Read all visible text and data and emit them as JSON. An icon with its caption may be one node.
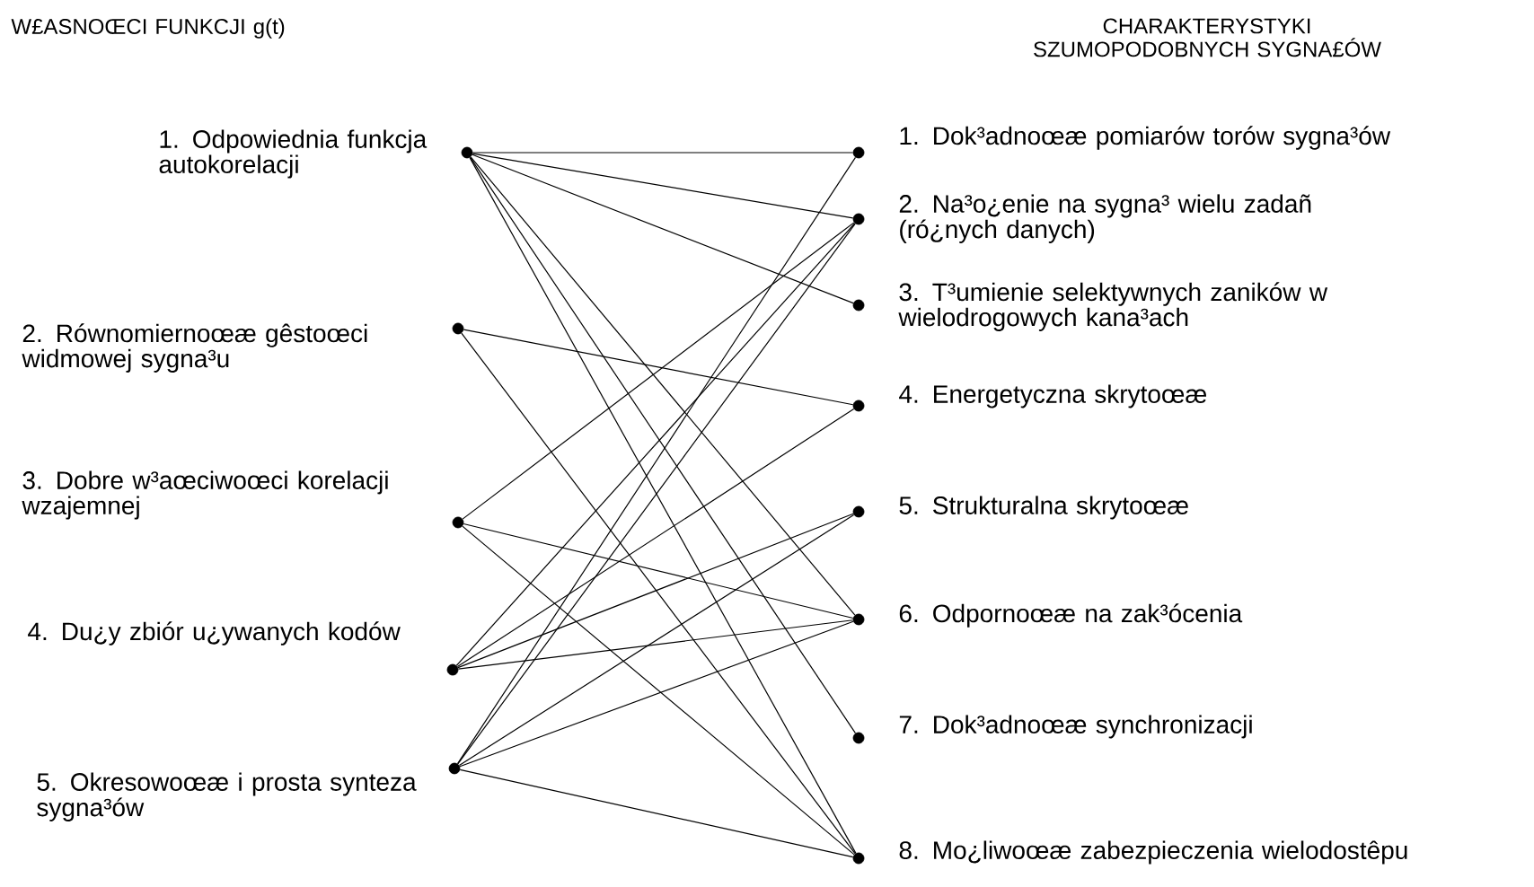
{
  "diagram": {
    "nodes": [
      {
        "text": [],
        "shape": "circle",
        "beside": [
          "1. Odpowiednia funkcja autokorelacji"
        ]
      },
      {
        "text": [],
        "shape": "circle",
        "beside": [
          "2. Równomiernoœæ gêstoœci widmowej sygna³u"
        ]
      },
      {
        "text": [],
        "shape": "circle",
        "beside": [
          "3. Dobre w³aœciwoœci korelacji wzajemnej"
        ]
      },
      {
        "text": [],
        "shape": "circle",
        "beside": [
          "4. Du¿y zbiór u¿ywanych kodów"
        ]
      },
      {
        "text": [],
        "shape": "circle",
        "beside": [
          "5. Okresowoœæ i prosta synteza sygna³ów"
        ]
      },
      {
        "text": [],
        "shape": "circle",
        "beside": [
          "1. Dok³adnoœæ pomiarów torów sygna³ów"
        ]
      },
      {
        "text": [],
        "shape": "circle",
        "beside": [
          "2. Na³o¿enie na sygna³ wielu zadañ (ró¿nych danych)"
        ]
      },
      {
        "text": [],
        "shape": "circle",
        "beside": [
          "3. T³umienie selektywnych zaników w wielodrogowych kana³ach"
        ]
      },
      {
        "text": [],
        "shape": "circle",
        "beside": [
          "4. Energetyczna skrytoœæ"
        ]
      },
      {
        "text": [],
        "shape": "circle",
        "beside": [
          "5. Strukturalna skrytoœæ"
        ]
      },
      {
        "text": [],
        "shape": "circle",
        "beside": [
          "6. Odpornoœæ na zak³ócenia"
        ]
      },
      {
        "text": [],
        "shape": "circle",
        "beside": [
          "7. Dok³adnoœæ synchronizacji"
        ]
      },
      {
        "text": [],
        "shape": "circle",
        "beside": [
          "8. Mo¿liwoœæ zabezpieczenia wielodostêpu"
        ]
      }
    ],
    "edges": [
      {
        "from": 0,
        "to": 5,
        "arrow": "none"
      },
      {
        "from": 0,
        "to": 6,
        "arrow": "none"
      },
      {
        "from": 0,
        "to": 7,
        "arrow": "none"
      },
      {
        "from": 0,
        "to": 10,
        "arrow": "none"
      },
      {
        "from": 0,
        "to": 11,
        "arrow": "none"
      },
      {
        "from": 0,
        "to": 12,
        "arrow": "none"
      },
      {
        "from": 1,
        "to": 8,
        "arrow": "none"
      },
      {
        "from": 1,
        "to": 12,
        "arrow": "none"
      },
      {
        "from": 2,
        "to": 6,
        "arrow": "none"
      },
      {
        "from": 2,
        "to": 10,
        "arrow": "none"
      },
      {
        "from": 2,
        "to": 12,
        "arrow": "none"
      },
      {
        "from": 3,
        "to": 6,
        "arrow": "none"
      },
      {
        "from": 3,
        "to": 8,
        "arrow": "none"
      },
      {
        "from": 3,
        "to": 9,
        "arrow": "none"
      },
      {
        "from": 3,
        "to": 10,
        "arrow": "none"
      },
      {
        "from": 4,
        "to": 5,
        "arrow": "none"
      },
      {
        "from": 4,
        "to": 6,
        "arrow": "none"
      },
      {
        "from": 4,
        "to": 9,
        "arrow": "none"
      },
      {
        "from": 4,
        "to": 10,
        "arrow": "none"
      },
      {
        "from": 4,
        "to": 12,
        "arrow": "none"
      }
    ],
    "labels": [
      "W£ASNOŒCI FUNKCJI g(t)",
      "CHARAKTERYSTYKI SZUMOPODOBNYCH SYGNA£ÓW"
    ]
  }
}
